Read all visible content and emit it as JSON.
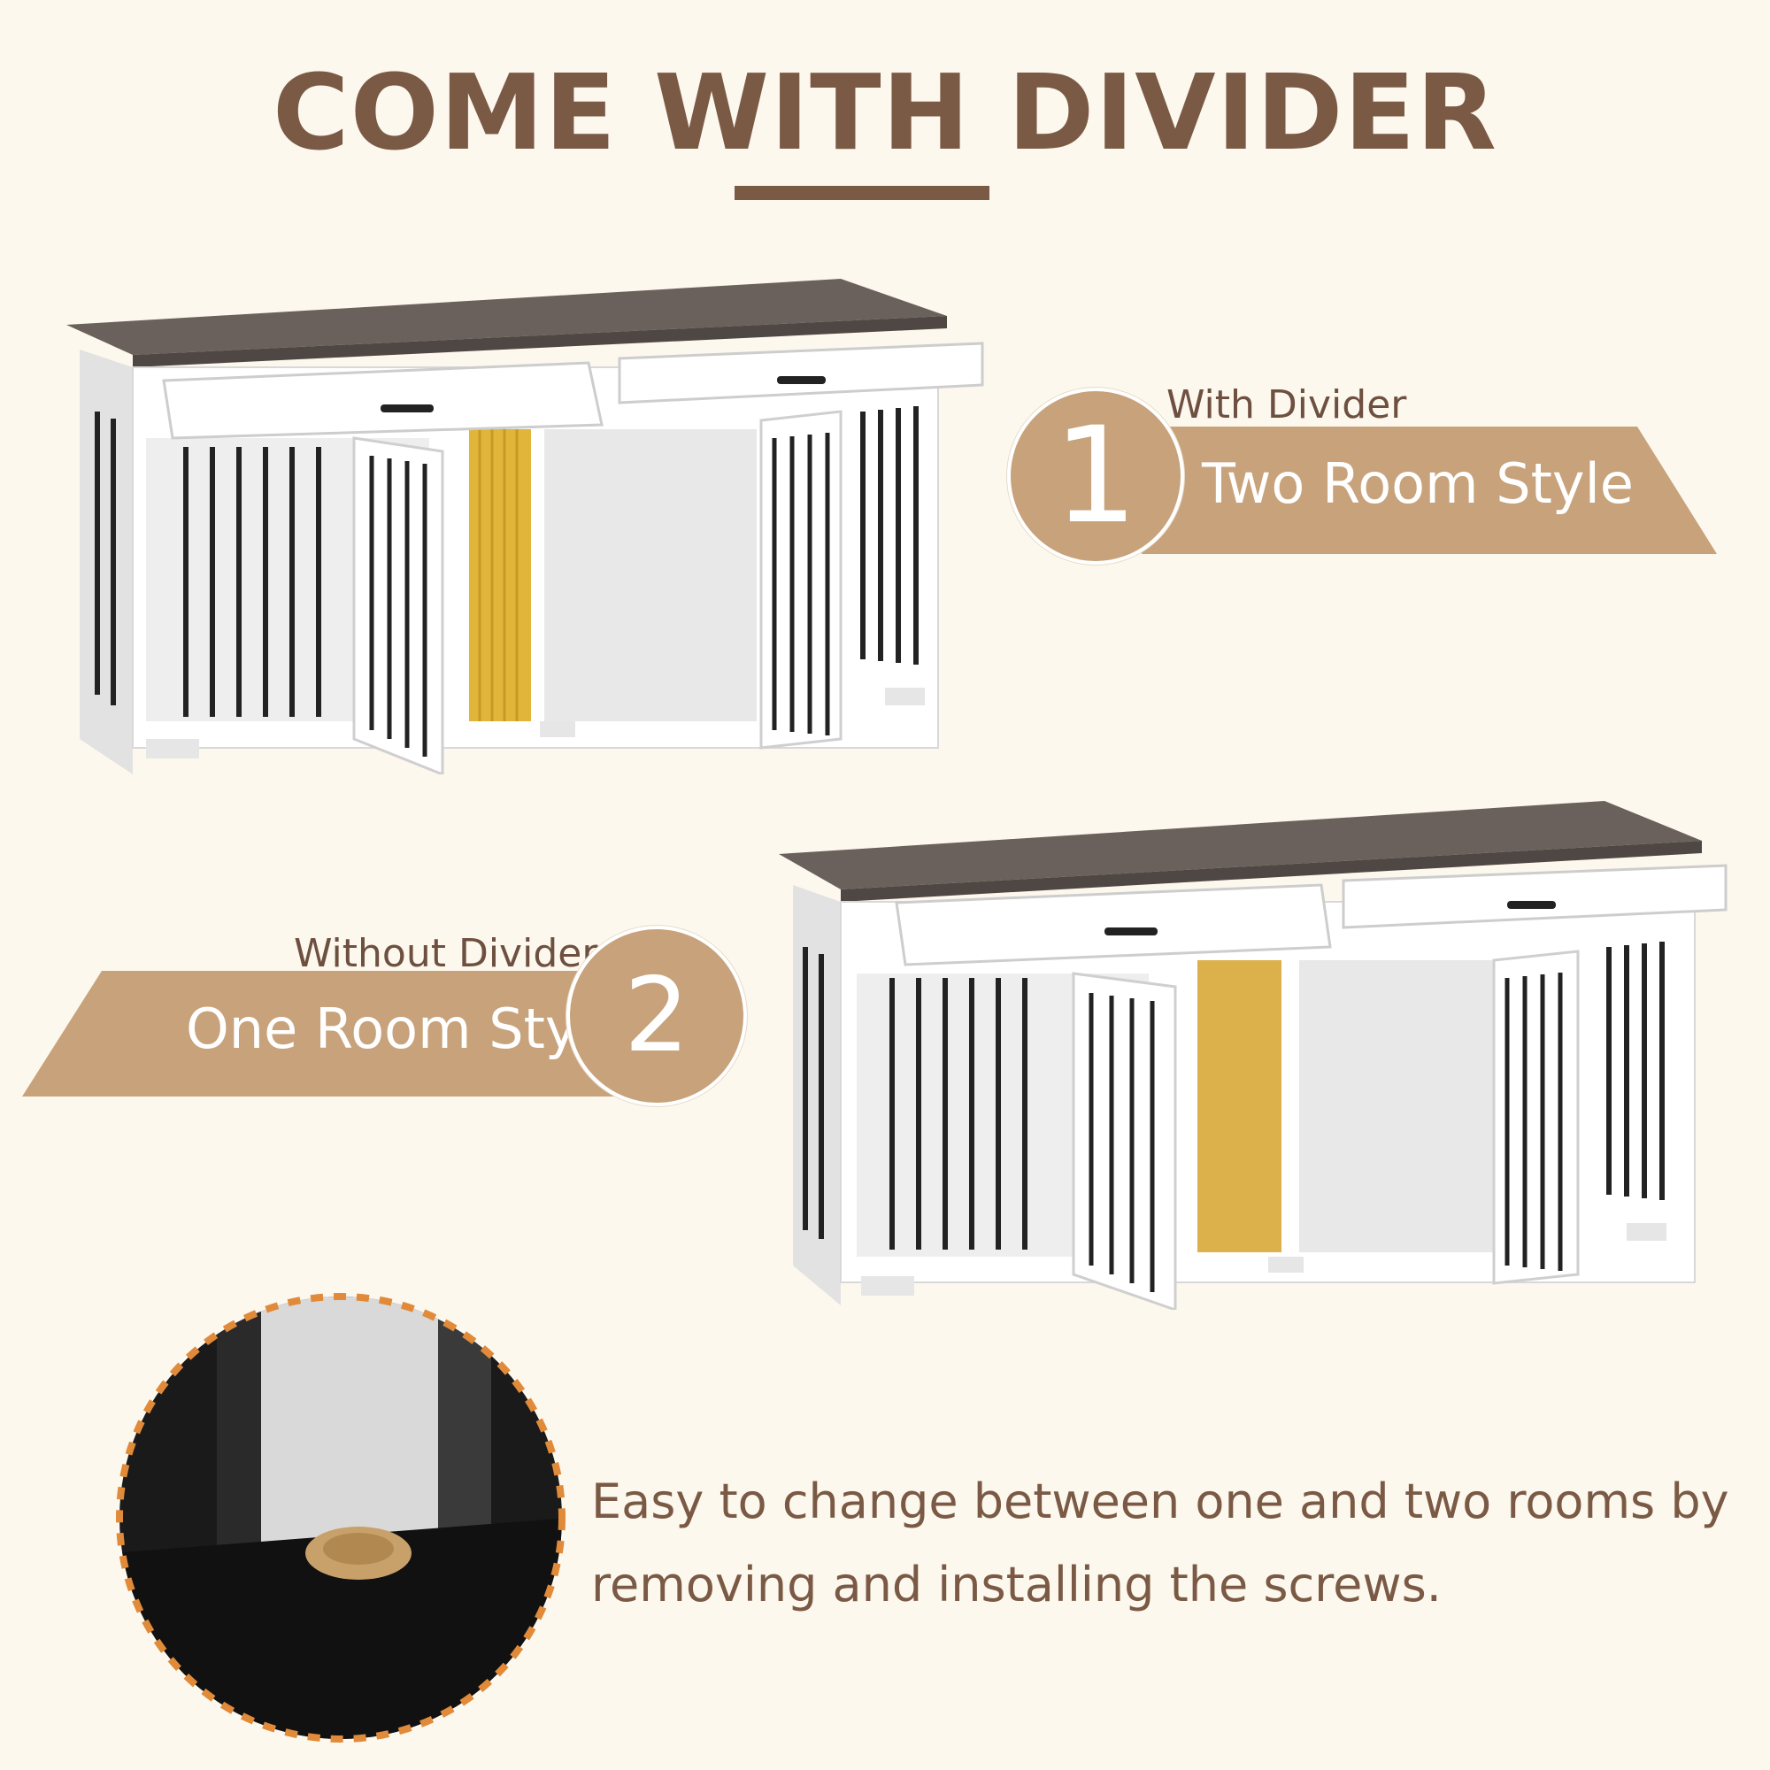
{
  "header": {
    "title": "COME WITH DIVIDER"
  },
  "option_one": {
    "number": "1",
    "subtitle": "With Divider",
    "style_name": "Two Room Style"
  },
  "option_two": {
    "number": "2",
    "subtitle": "Without Divider",
    "style_name": "One Room Style"
  },
  "caption": {
    "text": "Easy to change between one and two rooms by removing and installing the screws."
  },
  "colors": {
    "background": "#fdf8ee",
    "title_brown": "#7a5a45",
    "ribbon_tan": "#c7a27b",
    "tabletop": "#6b615c",
    "divider_yellow": "#e0b53a"
  }
}
